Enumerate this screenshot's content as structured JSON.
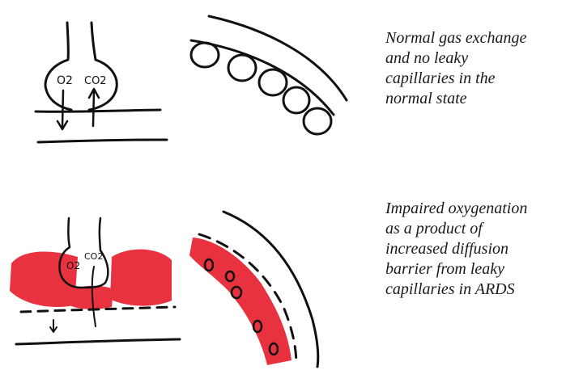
{
  "captions": {
    "normal": {
      "lines": [
        "Normal gas exchange",
        "and no leaky",
        "capillaries in the",
        "normal state"
      ]
    },
    "ards": {
      "lines": [
        "Impaired oxygenation",
        "as a product of",
        "increased diffusion",
        "barrier from leaky",
        "capillaries in ARDS"
      ]
    }
  },
  "sketch_labels": {
    "o2": "O2",
    "co2": "CO2"
  },
  "colors": {
    "ink": "#111111",
    "edema_red": "#e8323f"
  }
}
